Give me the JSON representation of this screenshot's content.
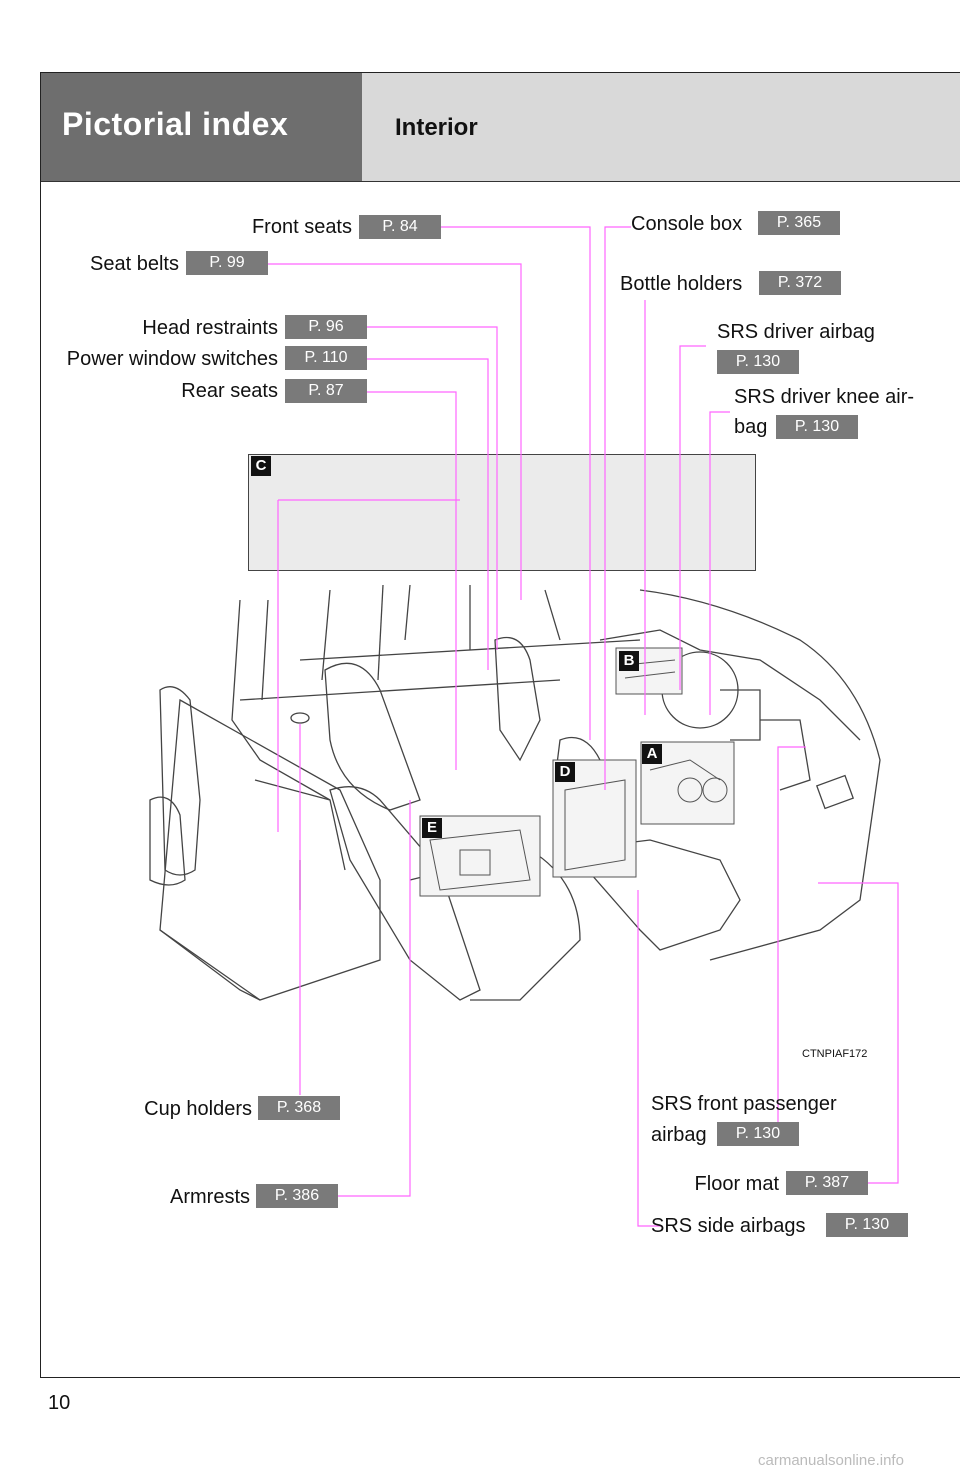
{
  "header": {
    "section": "Pictorial index",
    "subsection": "Interior"
  },
  "callouts": {
    "front_seats": {
      "label": "Front seats",
      "page": "P. 84"
    },
    "seat_belts": {
      "label": "Seat belts",
      "page": "P. 99"
    },
    "head_restraints": {
      "label": "Head restraints",
      "page": "P. 96"
    },
    "power_window_switches": {
      "label": "Power window switches",
      "page": "P. 110"
    },
    "rear_seats": {
      "label": "Rear seats",
      "page": "P. 87"
    },
    "console_box": {
      "label": "Console box",
      "page": "P. 365"
    },
    "bottle_holders": {
      "label": "Bottle holders",
      "page": "P. 372"
    },
    "srs_driver_airbag": {
      "label": "SRS driver airbag",
      "page": "P. 130"
    },
    "srs_driver_knee_airbag": {
      "label_line1": "SRS driver knee air-",
      "label_line2": "bag",
      "page": "P. 130"
    },
    "cup_holders": {
      "label": "Cup holders",
      "page": "P. 368"
    },
    "armrests": {
      "label": "Armrests",
      "page": "P. 386"
    },
    "srs_front_passenger_airbag": {
      "label_line1": "SRS front passenger",
      "label_line2": "airbag",
      "page": "P. 130"
    },
    "floor_mat": {
      "label": "Floor mat",
      "page": "P. 387"
    },
    "srs_side_airbags": {
      "label": "SRS side airbags",
      "page": "P. 130"
    }
  },
  "inset_tags": {
    "a": "A",
    "b": "B",
    "c": "C",
    "d": "D",
    "e": "E"
  },
  "figure_code": "CTNPIAF172",
  "page_number": "10",
  "watermark": "carmanualsonline.info",
  "colors": {
    "leader_line": "#ff66ff",
    "ref_badge": "#7a7a7a",
    "header_dark": "#6e6e6e",
    "header_light": "#d9d9d9"
  }
}
